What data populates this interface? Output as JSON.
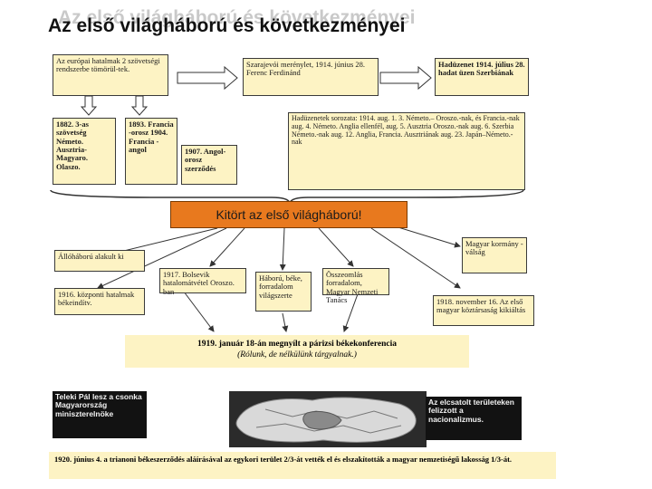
{
  "title": "Az első világháború és következményei",
  "top_row": {
    "alliance_box": "Az európai hatalmak 2 szövetségi rendszerbe tömörül-tek.",
    "sarajevo_box": "Szarajevói merénylet, 1914. június 28. Ferenc Ferdinánd",
    "declaration_box": "Hadüzenet 1914. július 28. hadat üzen Szerbiának"
  },
  "second_row": {
    "triple_alliance": "1882. 3-as szövetség Németo. Ausztria-Magyaro. Olaszo.",
    "entente_1893": "1893. Francia -orosz 1904. Francia -angol",
    "entente_1907": "1907. Angol-orosz szerződés",
    "declarations_list": "Hadüzenetek sorozata: 1914. aug. 1. 3. Németo.– Oroszo.-nak, és Francia.-nak aug. 4. Németo. Anglia ellenfél, aug. 5. Ausztria Oroszo.-nak aug. 6. Szerbia Németo.-nak aug. 12. Anglia, Francia. Ausztriának aug. 23. Japán–Németo.-nak"
  },
  "central_label": "Kitört az első világháború!",
  "consequences": {
    "trench": "Állóháború alakult ki",
    "central_powers": "1916. központi hatalmak békeindítv.",
    "bolshevik": "1917. Bolsevik hatalomátvétel Oroszo. ban",
    "peace": "Háború, béke, forradalom világszerte",
    "monarchy": "Összeomlás forradalom, Magyar Nemzeti Tanács",
    "crisis": "Magyar kormány -válság",
    "republic": "1918. november 16. Az első magyar köztársaság kikiáltás"
  },
  "conference": {
    "line1": "1919. január 18-án megnyílt a párizsi békekonferencia",
    "line2": "(Rólunk, de nélkülünk tárgyalnak.)"
  },
  "bottom": {
    "teleki": "Teleki Pál lesz a csonka Magyarország miniszterelnöke",
    "lost_territories": "Az elcsatolt területeken felizzott a nacionalizmus.",
    "treaty": "1920. június 4. a trianoni békeszerződés aláírásával az egykori terület 2/3-át vették el és elszakították a magyar nemzetiségű lakosság 1/3-át."
  },
  "colors": {
    "box_fill": "#fdf3c4",
    "central_fill": "#e8791e",
    "dark_fill": "#121212"
  }
}
